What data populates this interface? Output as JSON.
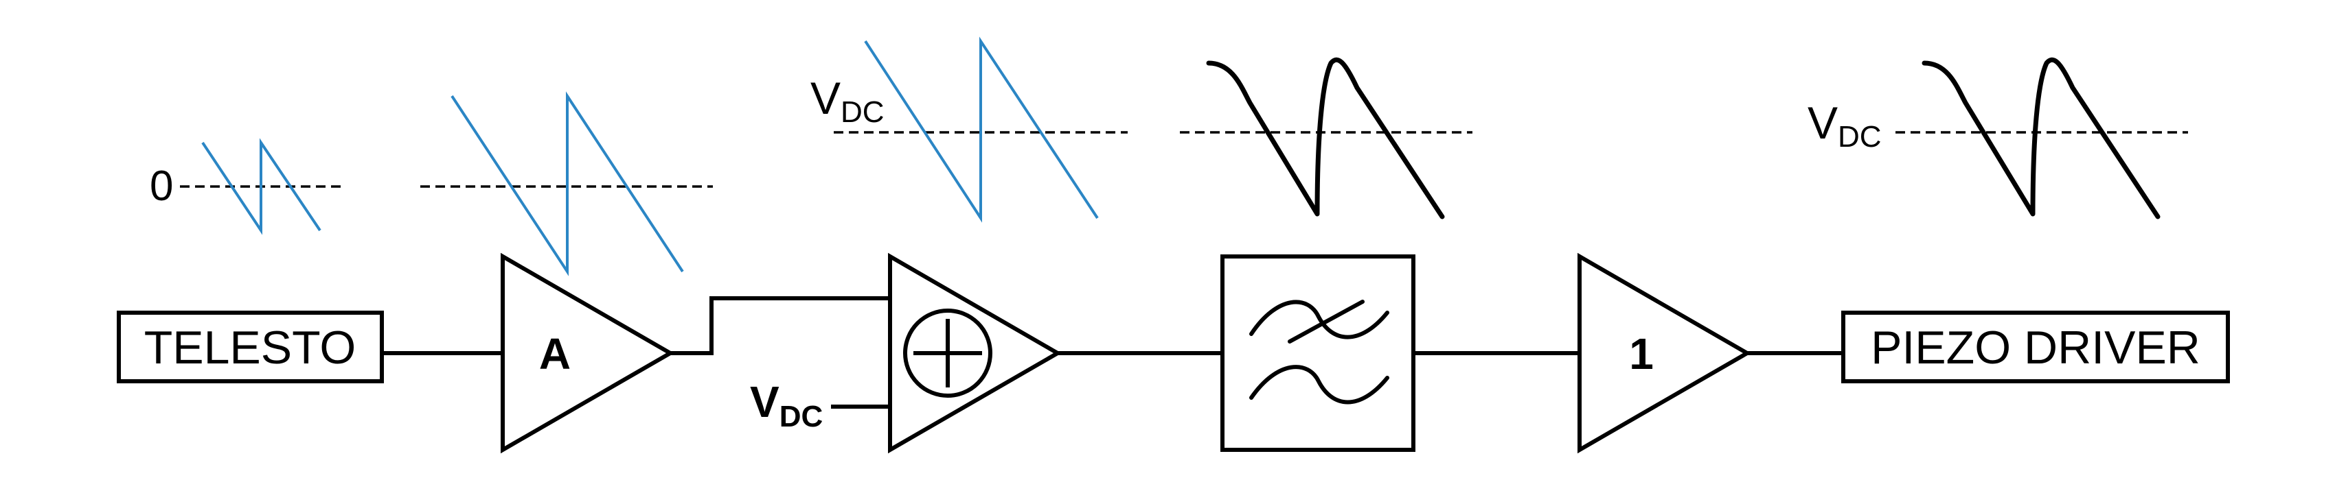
{
  "blocks": {
    "source_label": "TELESTO",
    "driver_label": "PIEZO DRIVER",
    "amp_gain_label": "A",
    "buffer_gain_label": "1"
  },
  "labels": {
    "zero_level": "0",
    "vdc_main": "V",
    "vdc_sub": "DC"
  },
  "colors": {
    "line": "#000000",
    "waveform_input": "#2b86c5",
    "waveform_output": "#000000",
    "background": "#ffffff"
  },
  "icons": {
    "summer": "circle-plus-icon",
    "filter": "lowpass-filter-icon"
  }
}
